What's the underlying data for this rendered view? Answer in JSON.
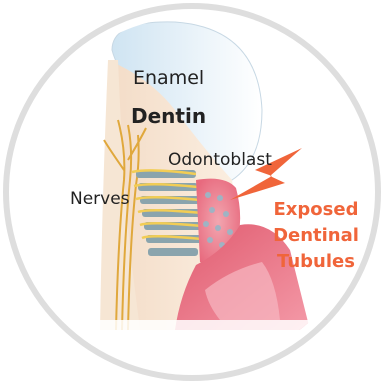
{
  "labels": {
    "enamel": "Enamel",
    "dentin": "Dentin",
    "odontoblast": "Odontoblast",
    "nerves": "Nerves",
    "exposed_line1": "Exposed",
    "exposed_line2": "Dentinal",
    "exposed_line3": "Tubules"
  },
  "colors": {
    "accent": "#f0653a",
    "ring": "#d9d9d9",
    "text": "#222222"
  },
  "icons": [
    "lightning-bolt-icon"
  ]
}
